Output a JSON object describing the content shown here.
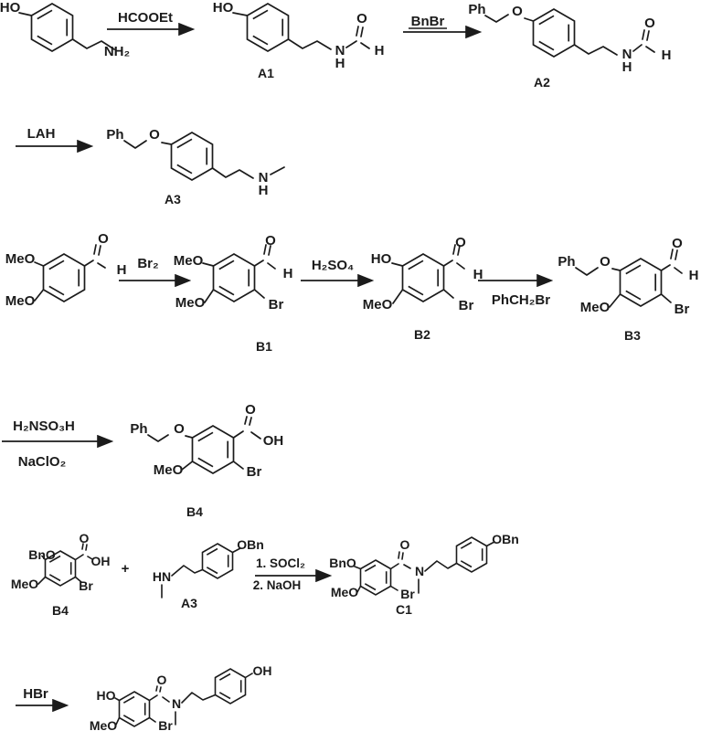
{
  "page": {
    "background": "#ffffff",
    "ink": "#1b1b1b"
  },
  "compounds": {
    "tyramine": {
      "ho": "HO",
      "nh2": "NH₂"
    },
    "a1": {
      "label": "A1",
      "ho": "HO",
      "n": "N",
      "nh": "H",
      "carbonyl_o": "O",
      "formyl_h": "H"
    },
    "a2": {
      "label": "A2",
      "ph": "Ph",
      "ether_o": "O",
      "n": "N",
      "nh": "H",
      "carbonyl_o": "O",
      "formyl_h": "H"
    },
    "a3": {
      "label": "A3",
      "ph": "Ph",
      "ether_o": "O",
      "n": "N",
      "nh": "H"
    },
    "veratraldehyde": {
      "meo_top": "MeO",
      "meo_bottom": "MeO",
      "carbonyl_o": "O",
      "formyl_h": "H"
    },
    "b1": {
      "label": "B1",
      "meo_top": "MeO",
      "meo_bottom": "MeO",
      "carbonyl_o": "O",
      "formyl_h": "H",
      "br": "Br"
    },
    "b2": {
      "label": "B2",
      "ho": "HO",
      "meo": "MeO",
      "carbonyl_o": "O",
      "formyl_h": "H",
      "br": "Br"
    },
    "b3": {
      "label": "B3",
      "ph": "Ph",
      "ether_o": "O",
      "meo": "MeO",
      "carbonyl_o": "O",
      "formyl_h": "H",
      "br": "Br"
    },
    "b4": {
      "label": "B4",
      "ph": "Ph",
      "ether_o": "O",
      "carbonyl_o": "O",
      "oh": "OH",
      "meo": "MeO",
      "br": "Br"
    },
    "b4_row5": {
      "label": "B4",
      "bno": "BnO",
      "carbonyl_o": "O",
      "oh": "OH",
      "meo": "MeO",
      "br": "Br"
    },
    "a3_row5": {
      "label": "A3",
      "hn": "HN",
      "obn": "OBn"
    },
    "c1": {
      "label": "C1",
      "bno": "BnO",
      "carbonyl_o": "O",
      "meo": "MeO",
      "br": "Br",
      "n": "N",
      "obn": "OBn"
    },
    "final_product": {
      "ho": "HO",
      "carbonyl_o": "O",
      "meo": "MeO",
      "br": "Br",
      "n": "N",
      "oh": "OH"
    }
  },
  "reagents": {
    "step1": "HCOOEt",
    "step2": "BnBr",
    "step3": "LAH",
    "step4": "Br₂",
    "step5": "H₂SO₄",
    "step6": "PhCH₂Br",
    "step7_line1": "H₂NSO₃H",
    "step7_line2": "NaClO₂",
    "step8_line1": "1. SOCl₂",
    "step8_line2": "2. NaOH",
    "step9": "HBr"
  },
  "operators": {
    "plus": "+"
  }
}
